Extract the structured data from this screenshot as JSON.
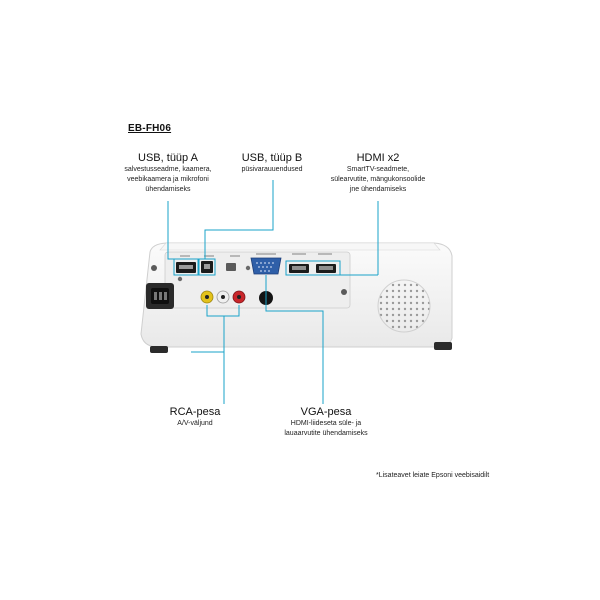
{
  "model": "EB-FH06",
  "callouts": {
    "usb_a": {
      "title": "USB, tüüp A",
      "desc": [
        "salvestusseadme, kaamera,",
        "veebikaamera ja mikrofoni",
        "ühendamiseks"
      ]
    },
    "usb_b": {
      "title": "USB, tüüp B",
      "desc": [
        "püsivarauuendused"
      ]
    },
    "hdmi": {
      "title": "HDMI x2",
      "desc": [
        "SmartTV-seadmete,",
        "sülearvutite, mängukonsoolide",
        "jne ühendamiseks"
      ]
    },
    "rca": {
      "title": "RCA-pesa",
      "desc": [
        "A/V-väljund"
      ]
    },
    "vga": {
      "title": "VGA-pesa",
      "desc": [
        "HDMI-liideseta süle- ja",
        "lauaarvutite ühendamiseks"
      ]
    }
  },
  "footnote": "*Lisateavet leiate Epsoni veebisaidilt",
  "colors": {
    "accent_line": "#1aa3c9",
    "body": "#f4f4f4",
    "panel": "#dcdcdc"
  }
}
